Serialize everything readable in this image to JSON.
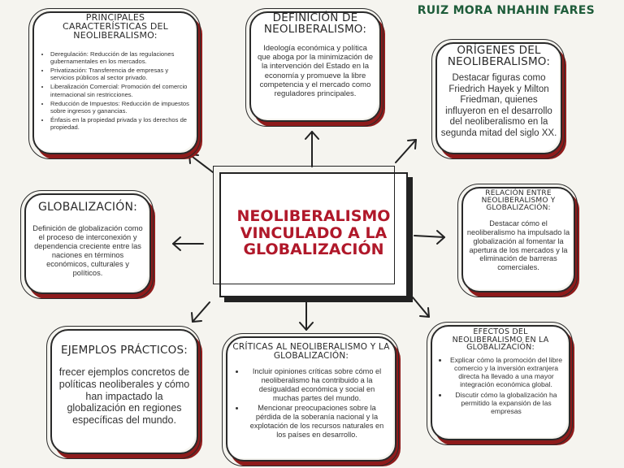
{
  "author": "RUIZ MORA NHAHIN FARES",
  "center_title": "NEOLIBERALISMO VINCULADO A LA GLOBALIZACIÓN",
  "boxes": {
    "caracteristicas": {
      "title": "PRINCIPALES CARACTERÍSTICAS DEL NEOLIBERALISMO:",
      "items": [
        "Deregulación: Reducción de las regulaciones gubernamentales en los mercados.",
        "Privatización: Transferencia de empresas y servicios públicos al sector privado.",
        "Liberalización Comercial: Promoción del comercio internacional sin restricciones.",
        "Reducción de Impuestos: Reducción de impuestos sobre ingresos y ganancias.",
        "Énfasis en la propiedad privada y los derechos de propiedad."
      ]
    },
    "definicion": {
      "title": "DEFINICIÓN DE NEOLIBERALISMO:",
      "text": "Ideología económica y política que aboga por la minimización de la intervención del Estado en la economía y promueve la libre competencia y el mercado como reguladores principales."
    },
    "origenes": {
      "title": "ORÍGENES DEL NEOLIBERALISMO:",
      "text": "Destacar figuras como Friedrich Hayek y Milton Friedman, quienes influyeron en el desarrollo del neoliberalismo en la segunda mitad del siglo XX."
    },
    "globalizacion": {
      "title": "GLOBALIZACIÓN:",
      "text": "Definición de globalización como el proceso de interconexión y dependencia creciente entre las naciones en términos económicos, culturales y políticos."
    },
    "relacion": {
      "title": "RELACIÓN ENTRE NEOLIBERALISMO Y GLOBALIZACIÓN:",
      "text": "Destacar cómo el neoliberalismo ha impulsado la globalización al fomentar la apertura de los mercados y la eliminación de barreras comerciales."
    },
    "ejemplos": {
      "title": "EJEMPLOS PRÁCTICOS:",
      "text": "frecer ejemplos concretos de políticas neoliberales y cómo han impactado la globalización en regiones específicas del mundo."
    },
    "criticas": {
      "title": "CRÍTICAS AL NEOLIBERALISMO Y LA GLOBALIZACIÓN:",
      "items": [
        "Incluir opiniones críticas sobre cómo el neoliberalismo ha contribuido a la desigualdad económica y social en muchas partes del mundo.",
        "Mencionar preocupaciones sobre la pérdida de la soberanía nacional y la explotación de los recursos naturales en los países en desarrollo."
      ]
    },
    "efectos": {
      "title": "EFECTOS DEL NEOLIBERALISMO EN LA GLOBALIZACIÓN:",
      "items": [
        "Explicar cómo la promoción del libre comercio y la inversión extranjera directa ha llevado a una mayor integración económica global.",
        "Discutir cómo la globalización ha permitido la expansión de las empresas"
      ]
    }
  },
  "colors": {
    "accent": "#8e1b1b",
    "title_red": "#b0182a",
    "author_green": "#1e5c3a"
  }
}
